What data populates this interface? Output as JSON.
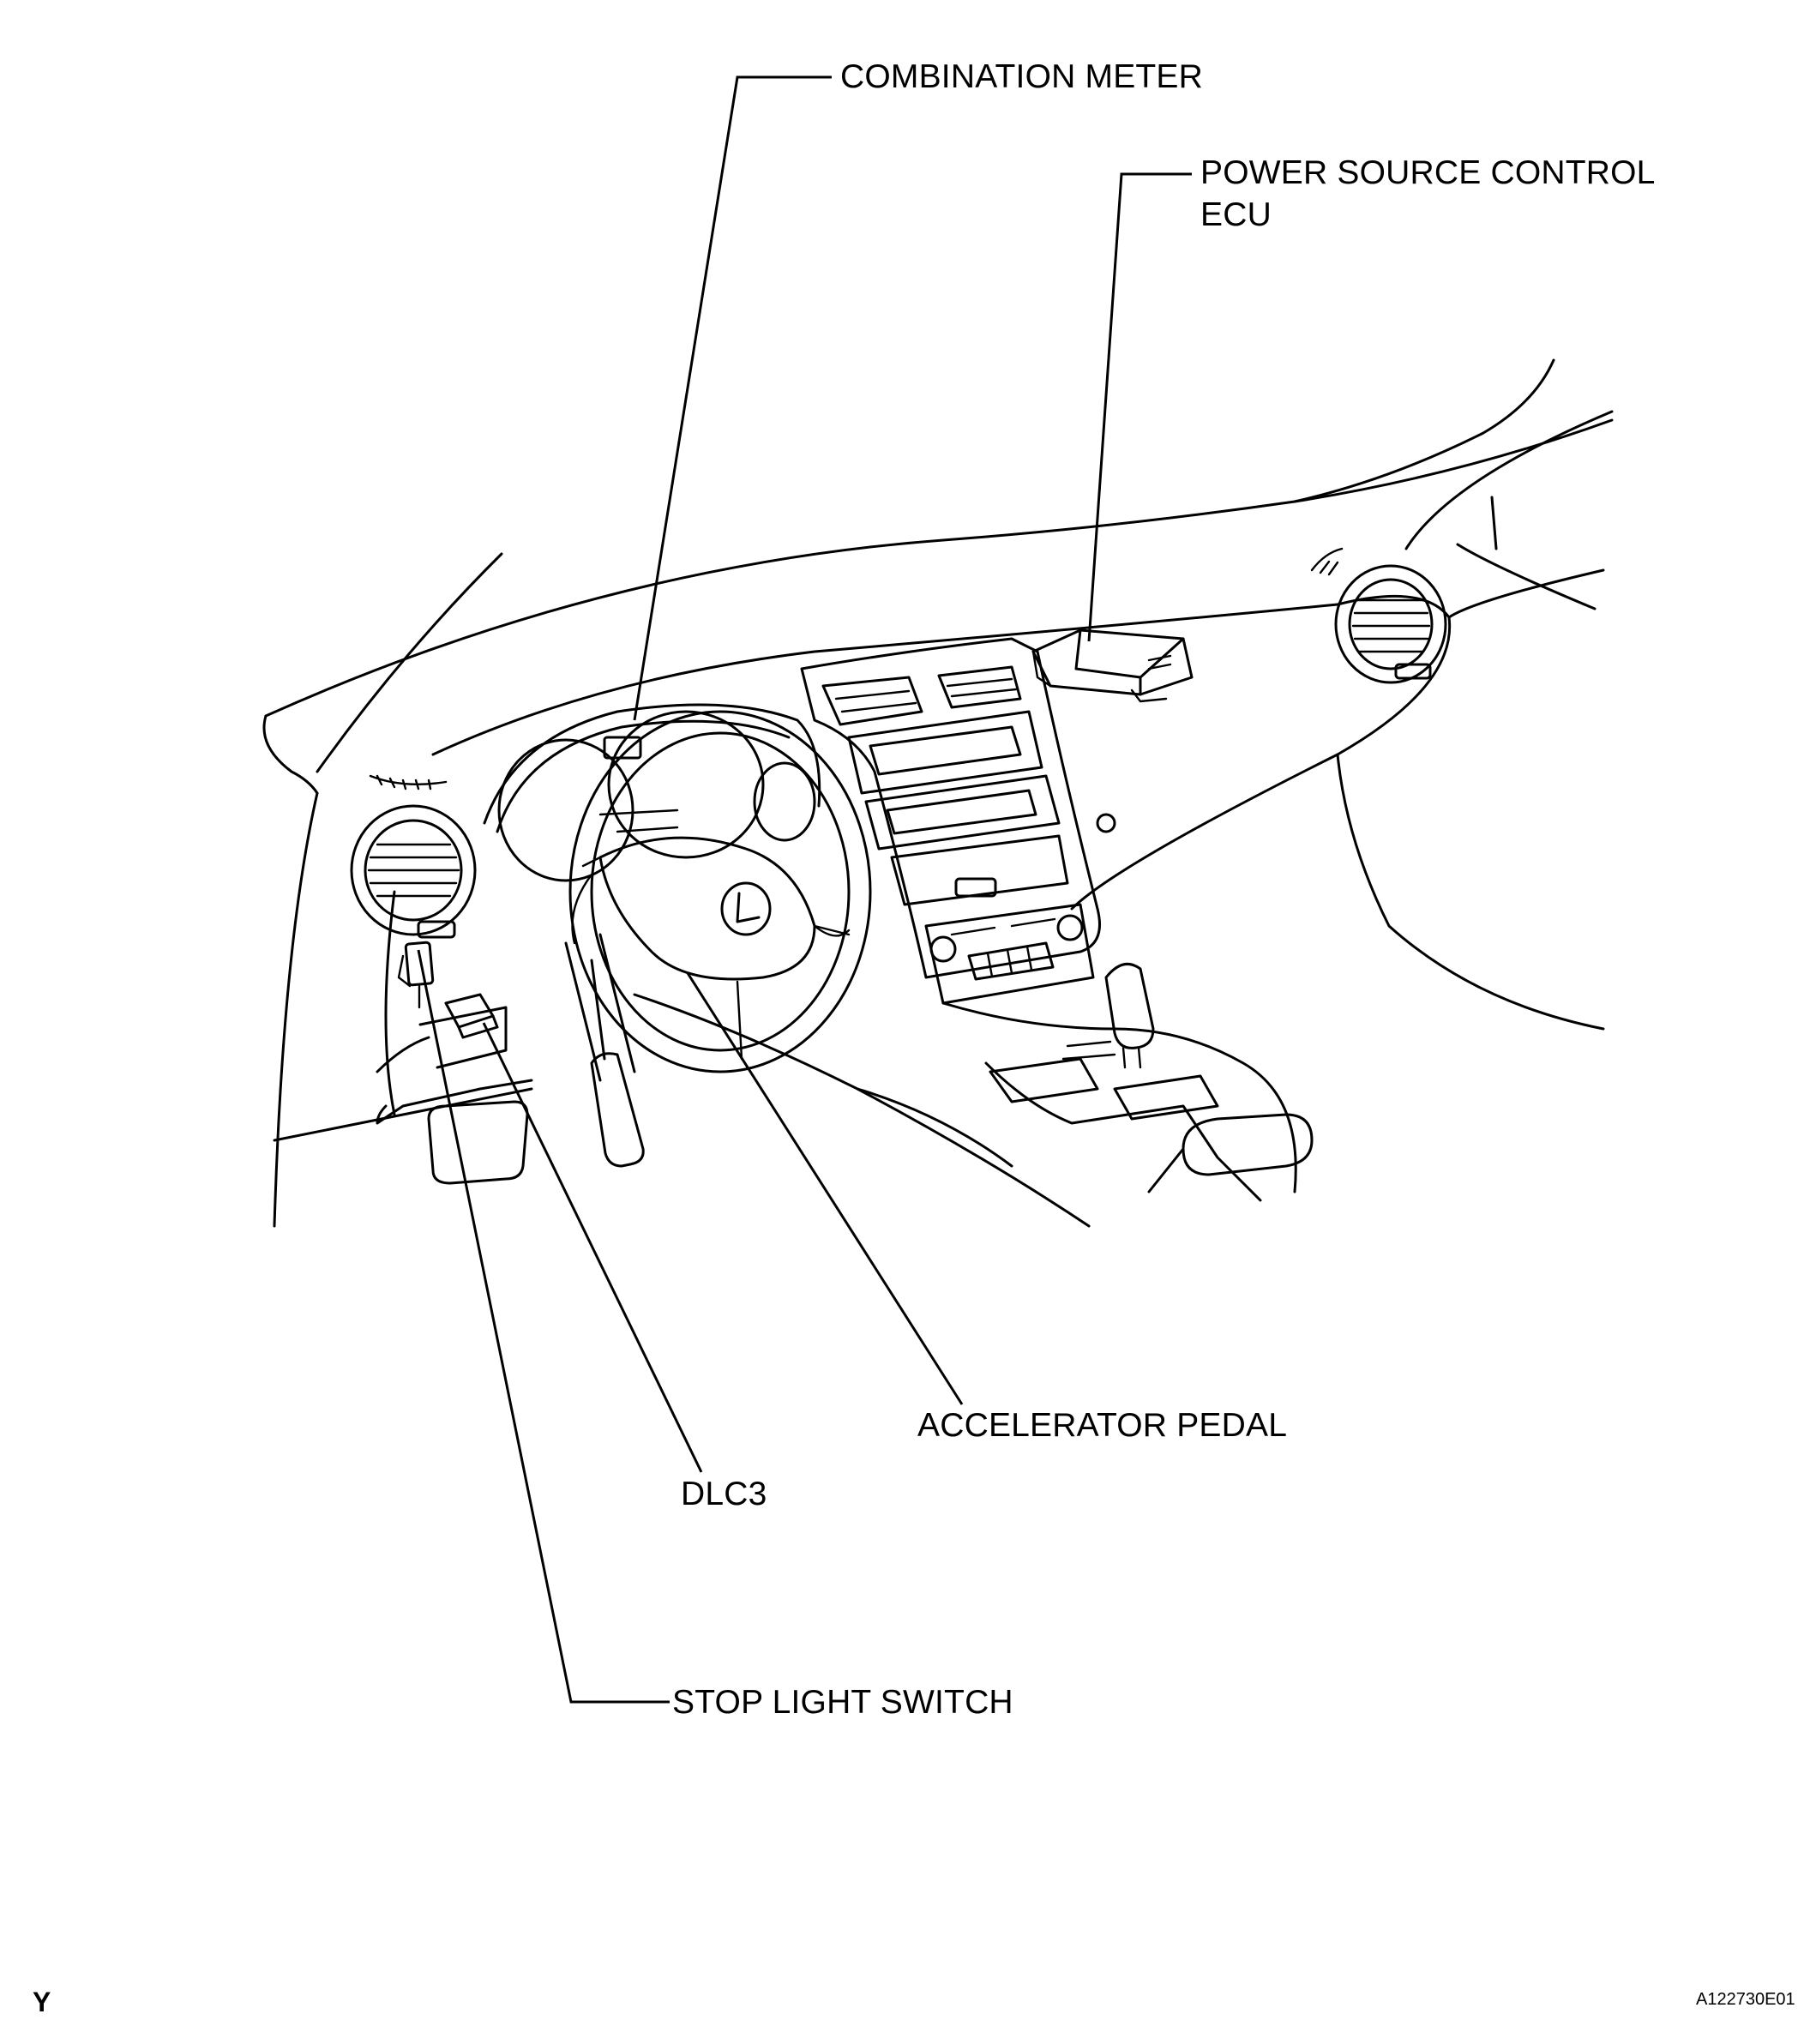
{
  "callouts": {
    "combination_meter": "COMBINATION METER",
    "power_source_ecu": "POWER SOURCE CONTROL\nECU",
    "accelerator_pedal": "ACCELERATOR PEDAL",
    "dlc3": "DLC3",
    "stop_light_switch": "STOP LIGHT SWITCH"
  },
  "footer": {
    "corner_mark": "Y",
    "figure_id": "A122730E01"
  }
}
